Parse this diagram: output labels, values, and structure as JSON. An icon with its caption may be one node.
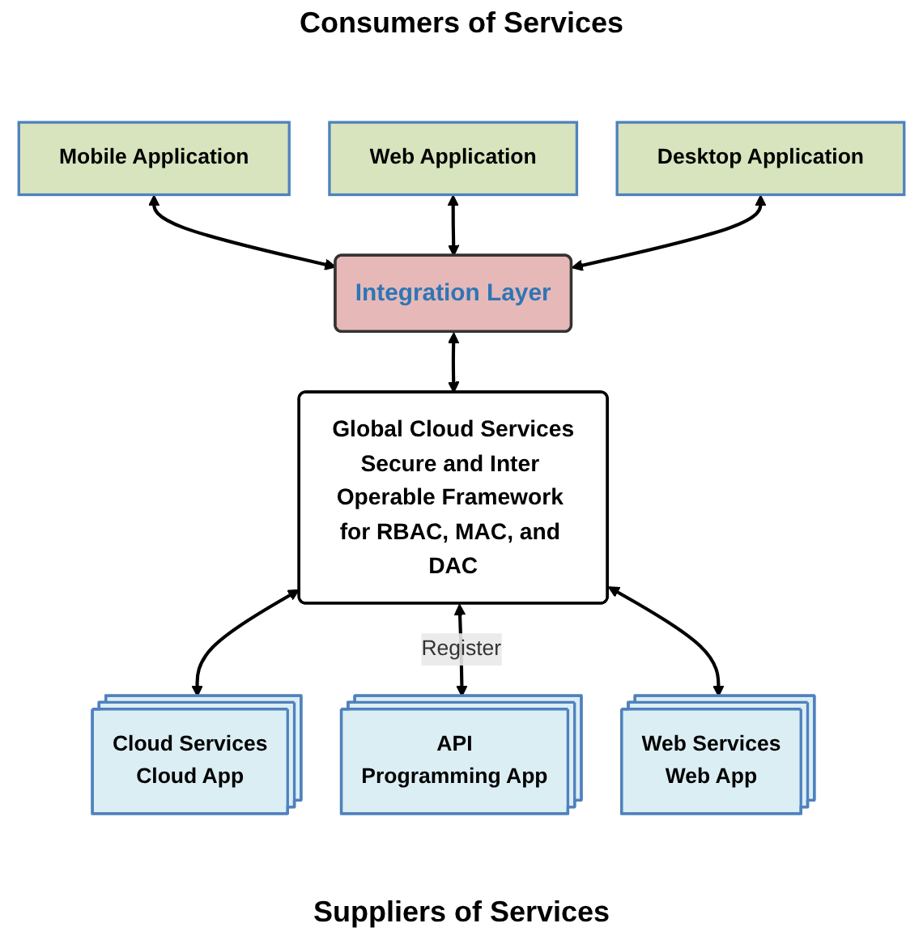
{
  "diagram": {
    "nodes": [
      {
        "text": [
          "Mobile Application"
        ]
      },
      {
        "text": [
          "Web Application"
        ]
      },
      {
        "text": [
          "Desktop Application"
        ]
      },
      {
        "text": [
          "Integration Layer"
        ]
      },
      {
        "text": [
          "Global Cloud Services",
          "Secure and Inter Operable Framework for RBAC, MAC, and DAC"
        ]
      },
      {
        "text": [
          "Cloud Services",
          "Cloud App"
        ]
      },
      {
        "text": [
          "API",
          "Programming App"
        ]
      },
      {
        "text": [
          "Web Services",
          "Web App"
        ]
      }
    ],
    "edges": [
      {
        "from": 0,
        "to": 3,
        "arrow": "both"
      },
      {
        "from": 1,
        "to": 3,
        "arrow": "both"
      },
      {
        "from": 2,
        "to": 3,
        "arrow": "both"
      },
      {
        "from": 3,
        "to": 4,
        "arrow": "both"
      },
      {
        "from": 4,
        "to": 5,
        "arrow": "both"
      },
      {
        "from": 4,
        "to": 6,
        "arrow": "both",
        "label": "Register"
      },
      {
        "from": 4,
        "to": 7,
        "arrow": "both"
      }
    ],
    "labels": [
      "Consumers of Services",
      "Suppliers of Services"
    ]
  }
}
